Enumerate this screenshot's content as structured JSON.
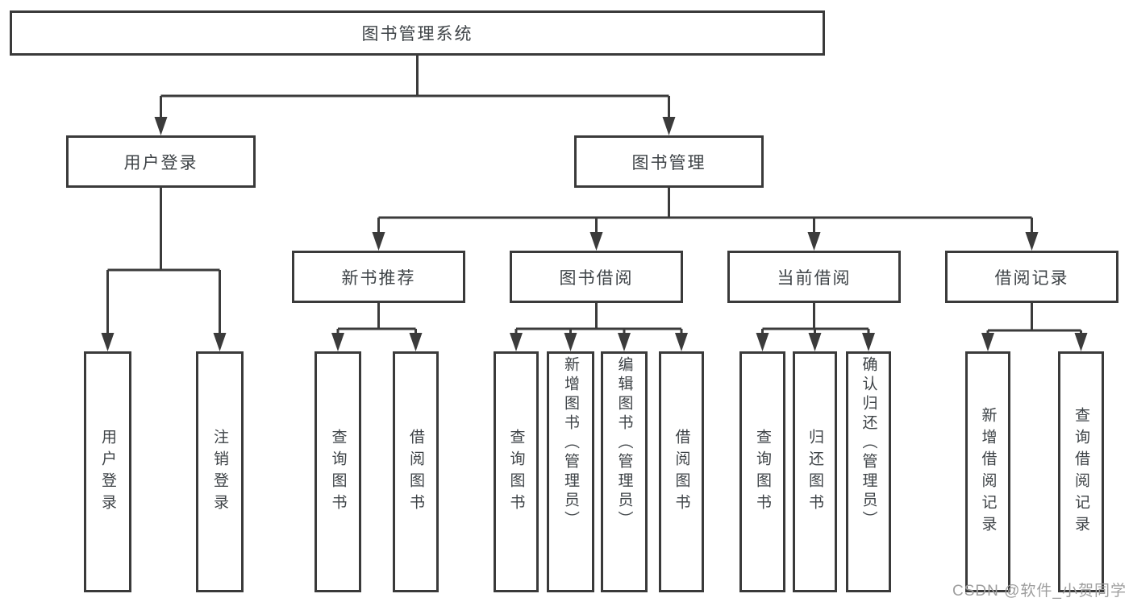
{
  "diagram": {
    "root": {
      "label": "图书管理系统"
    },
    "level2": [
      {
        "id": "user-login",
        "label": "用户登录"
      },
      {
        "id": "book-management",
        "label": "图书管理"
      }
    ],
    "level3": [
      {
        "id": "new-book-recommend",
        "label": "新书推荐"
      },
      {
        "id": "book-borrowing",
        "label": "图书借阅"
      },
      {
        "id": "current-borrowing",
        "label": "当前借阅"
      },
      {
        "id": "borrow-records",
        "label": "借阅记录"
      }
    ],
    "leaves": [
      {
        "id": "user-login-action",
        "label": "用户登录",
        "parent": "用户登录"
      },
      {
        "id": "logout-action",
        "label": "注销登录",
        "parent": "用户登录"
      },
      {
        "id": "query-books-recommend",
        "label": "查询图书",
        "parent": "新书推荐"
      },
      {
        "id": "borrow-books-recommend",
        "label": "借阅图书",
        "parent": "新书推荐"
      },
      {
        "id": "query-books-borrowing",
        "label": "查询图书",
        "parent": "图书借阅"
      },
      {
        "id": "add-books-admin",
        "label": "新增图书（管理员）",
        "parent": "图书借阅"
      },
      {
        "id": "edit-books-admin",
        "label": "编辑图书（管理员）",
        "parent": "图书借阅"
      },
      {
        "id": "borrow-books-borrowing",
        "label": "借阅图书",
        "parent": "图书借阅"
      },
      {
        "id": "query-books-current",
        "label": "查询图书",
        "parent": "当前借阅"
      },
      {
        "id": "return-books",
        "label": "归还图书",
        "parent": "当前借阅"
      },
      {
        "id": "confirm-return-admin",
        "label": "确认归还（管理员）",
        "parent": "当前借阅"
      },
      {
        "id": "add-borrow-record",
        "label": "新增借阅记录",
        "parent": "借阅记录"
      },
      {
        "id": "query-borrow-record",
        "label": "查询借阅记录",
        "parent": "借阅记录"
      }
    ]
  },
  "watermark": {
    "text": "CSDN @软件_小贺同学"
  },
  "colors": {
    "line": "#3b3b3b",
    "box_border": "#3a3a3a",
    "text": "#3e4347",
    "watermark": "#9e9e9e",
    "background": "#ffffff"
  }
}
